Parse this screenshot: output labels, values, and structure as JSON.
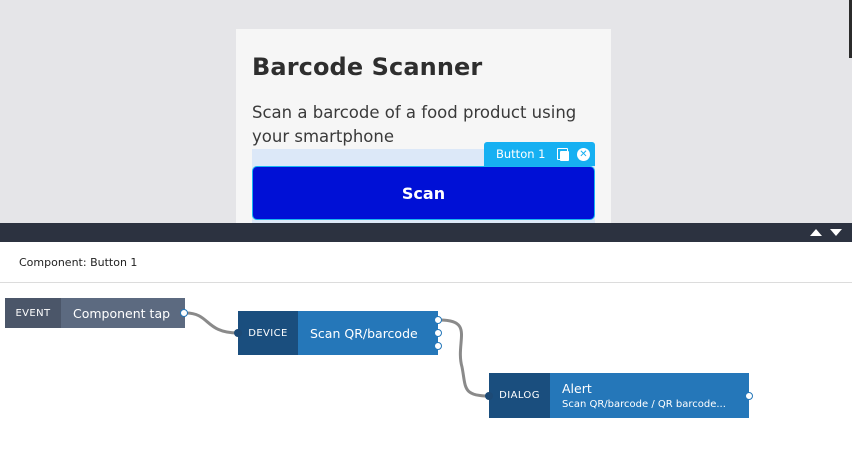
{
  "canvas": {
    "page_title": "Barcode Scanner",
    "page_description": "Scan a barcode of a food product using your smartphone",
    "selection_tag": {
      "label": "Button 1",
      "copy_icon": "copy-icon",
      "close_icon": "close-icon",
      "close_glyph": "✕"
    },
    "scan_button_label": "Scan"
  },
  "panel_controls": {
    "collapse_icon": "triangle-up-icon",
    "expand_icon": "triangle-down-icon"
  },
  "logic_panel": {
    "title": "Component: Button 1",
    "nodes": [
      {
        "type": "EVENT",
        "label": "Component tap",
        "subtitle": ""
      },
      {
        "type": "DEVICE",
        "label": "Scan QR/barcode",
        "subtitle": ""
      },
      {
        "type": "DIALOG",
        "label": "Alert",
        "subtitle": "Scan QR/barcode / QR barcode..."
      }
    ]
  },
  "colors": {
    "primary_button": "#0010d6",
    "selection_accent": "#16b0f2",
    "node_event": "#5c6a80",
    "node_action": "#2577b9",
    "node_action_dark": "#1a4e7e",
    "divider": "#2c3240"
  }
}
